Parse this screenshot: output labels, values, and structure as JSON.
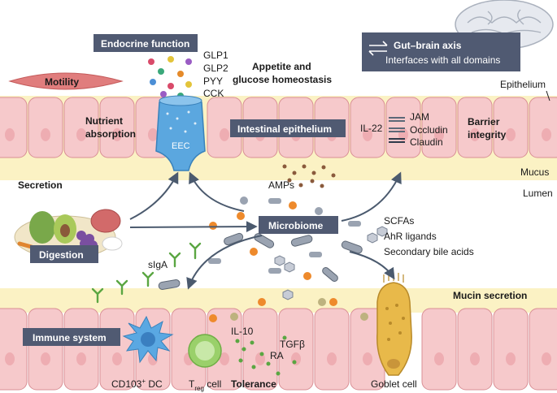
{
  "labels": {
    "endocrine_function": "Endocrine function",
    "motility": "Motility",
    "glp1": "GLP1",
    "glp2": "GLP2",
    "pyy": "PYY",
    "cck": "CCK",
    "appetite_line1": "Appetite and",
    "appetite_line2": "glucose homeostasis",
    "gut_brain_axis": "Gut–brain axis",
    "interfaces": "Interfaces with all domains",
    "epithelium": "Epithelium",
    "nutrient_line1": "Nutrient",
    "nutrient_line2": "absorption",
    "eec": "EEC",
    "intestinal_epithelium": "Intestinal epithelium",
    "il22": "IL-22",
    "jam": "JAM",
    "occludin": "Occludin",
    "claudin": "Claudin",
    "barrier_line1": "Barrier",
    "barrier_line2": "integrity",
    "mucus": "Mucus",
    "lumen": "Lumen",
    "secretion": "Secretion",
    "amps": "AMPs",
    "microbiome": "Microbiome",
    "scfas": "SCFAs",
    "ahr_ligands": "AhR ligands",
    "secondary_bile_acids": "Secondary bile acids",
    "digestion": "Digestion",
    "siga": "sIgA",
    "mucin_secretion": "Mucin secretion",
    "immune_system": "Immune system",
    "il10": "IL-10",
    "tgfb": "TGFβ",
    "ra": "RA",
    "cd103_prefix": "CD103",
    "cd103_sup": "+",
    "cd103_suffix": " DC",
    "treg_t": "T",
    "treg_sub": "reg",
    "treg_suffix": " cell",
    "tolerance": "Tolerance",
    "goblet_cell": "Goblet cell"
  },
  "colors": {
    "cell_fill": "#f6c9cb",
    "cell_stroke": "#d98f95",
    "mucus_band": "#fbf2c4",
    "box_dark": "#505a72",
    "arrow": "#4b5a6e",
    "eec_blue": "#5ba7df",
    "dc_blue": "#5aa8e2",
    "treg_green": "#9ad06a",
    "goblet_yellow": "#e8b94a",
    "motility_red": "#e07d7d",
    "antibody_green": "#5aa642",
    "microbe_grey": "#9aa3b1",
    "bead_orange": "#ee8a2c"
  },
  "icons": [
    "brain-icon",
    "swap-arrows-icon",
    "food-icon",
    "bacteria-icon",
    "antibody-icon",
    "molecule-icon",
    "tight-junction-icon"
  ]
}
